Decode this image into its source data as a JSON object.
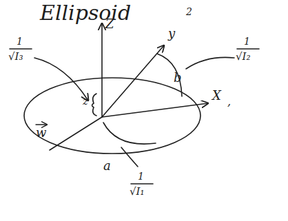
{
  "diagram": {
    "title": "Ellipsoid",
    "labels": [
      "Z",
      "y",
      "X",
      ",",
      "2",
      "1",
      "√I₃",
      "z",
      "b",
      "1",
      "√I₂",
      "w",
      "a",
      "1",
      "√I₁"
    ]
  }
}
